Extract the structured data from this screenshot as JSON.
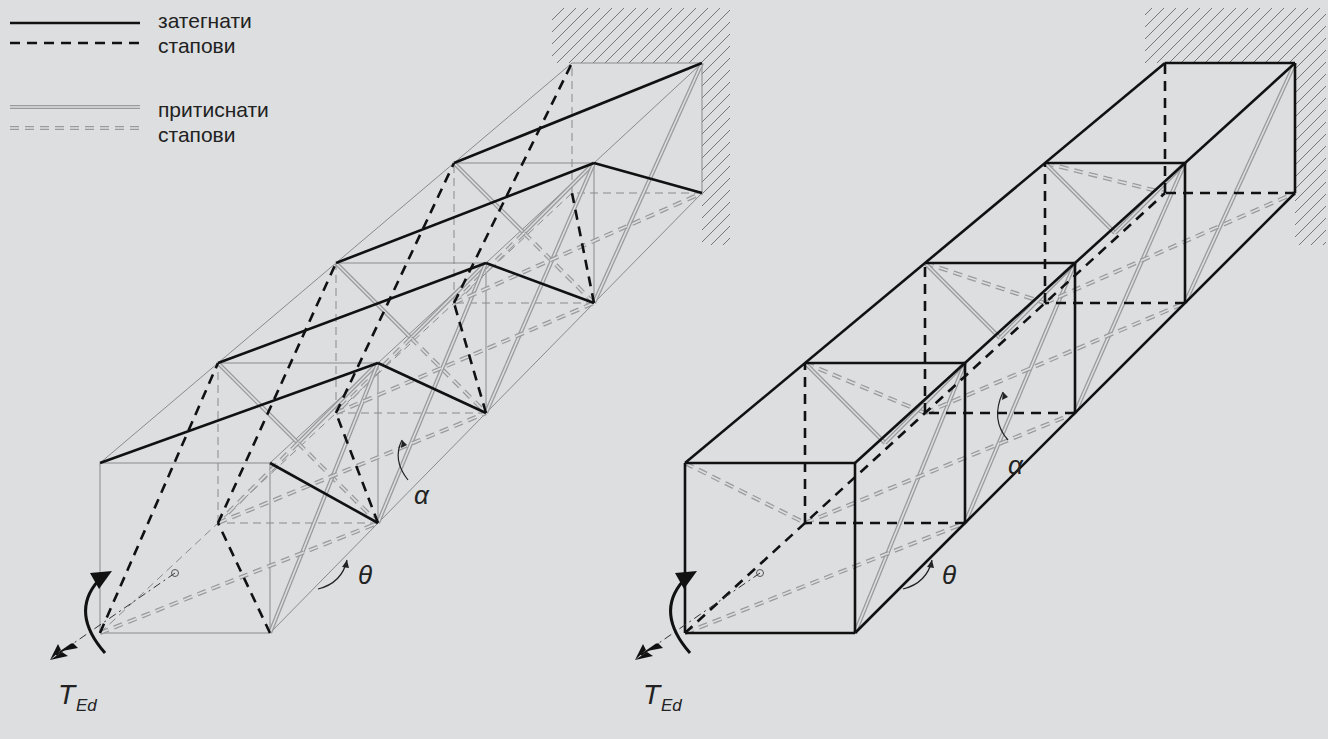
{
  "diagram": {
    "labels": [
      "α",
      "θ",
      "T",
      "Ed",
      "α",
      "θ",
      "T",
      "Ed"
    ],
    "legend": [
      {
        "text": "затегнати стапови"
      },
      {
        "text": "притиснати стапови"
      }
    ]
  }
}
